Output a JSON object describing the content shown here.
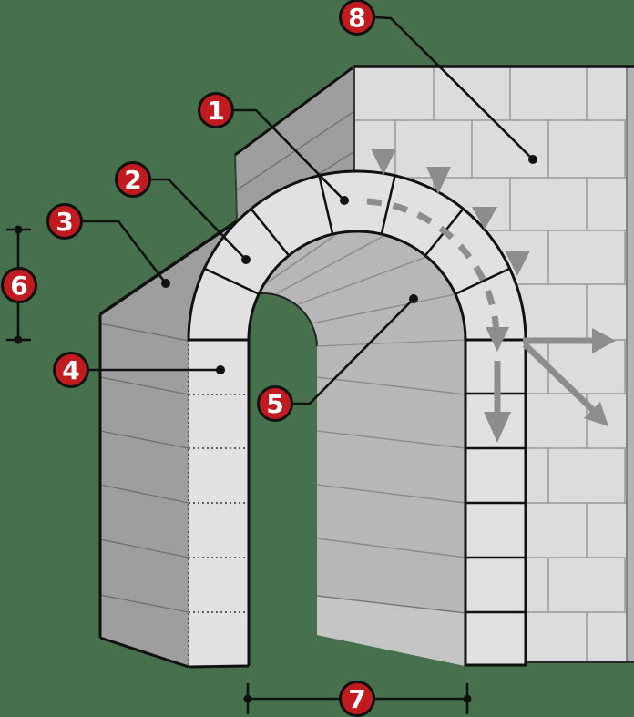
{
  "diagram": {
    "type": "arch-parts-diagram",
    "callouts": [
      {
        "number": "1"
      },
      {
        "number": "2"
      },
      {
        "number": "3"
      },
      {
        "number": "4"
      },
      {
        "number": "5"
      },
      {
        "number": "6"
      },
      {
        "number": "7"
      },
      {
        "number": "8"
      }
    ],
    "colors": {
      "background": "#47704d",
      "callout_red": "#c11a1f",
      "brick_face": "#dcdcdc",
      "voussoir_face": "#e1e1e1",
      "side_face": "#9e9e9e",
      "soffit": "#b7b7b7",
      "floor": "#c5c5c5",
      "wall_sliver": "#b3b3b3",
      "force_gray": "#8d8d8d",
      "outline": "#111111"
    }
  }
}
